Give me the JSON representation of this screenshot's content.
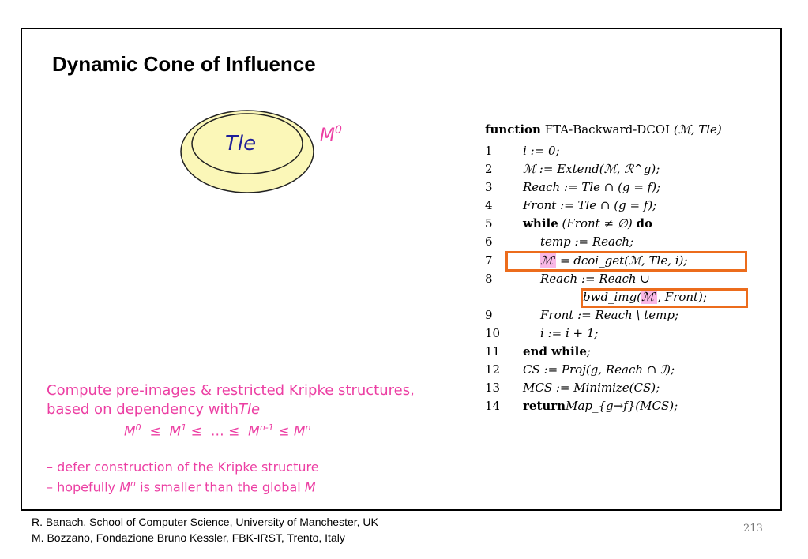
{
  "title": "Dynamic Cone of Influence",
  "diagram": {
    "inner_label": "Tle",
    "outer_label_base": "M",
    "outer_label_sup": "0",
    "outer_fill": "#fbf7b8",
    "label_color": "#1e1e9a",
    "accent_color": "#ec3fa3"
  },
  "description": {
    "line1": "Compute pre-images & restricted Kripke structures,",
    "line2_prefix": "based on  dependency with",
    "line2_var": "Tle",
    "chain": {
      "m": "M",
      "s0": "0",
      "le": "≤",
      "s1": "1",
      "dots": "…",
      "sn1": "n-1",
      "sn": "n"
    },
    "note1": "– defer construction of the Kripke structure",
    "note2_prefix": "– hopefully ",
    "note2_var": "M",
    "note2_sup": "n",
    "note2_mid": " is smaller than the global ",
    "note2_end": "M"
  },
  "algorithm": {
    "header_kw": "function",
    "header_name": "FTA-Backward-DCOI",
    "header_args": "(ℳ, Tle)",
    "lines": [
      {
        "num": "1",
        "text": "i := 0;"
      },
      {
        "num": "2",
        "text": "ℳ := Extend(ℳ, ℛ^g);"
      },
      {
        "num": "3",
        "text": "Reach := Tle ∩ (g = f);"
      },
      {
        "num": "4",
        "text": "Front := Tle ∩ (g = f);"
      },
      {
        "num": "5",
        "kw": "while",
        "text": "(Front ≠ ∅)",
        "kw2": "do"
      },
      {
        "num": "6",
        "text": "temp := Reach;"
      },
      {
        "num": "7",
        "hl": "ℳ'",
        "text": " = dcoi_get(ℳ, Tle, i);"
      },
      {
        "num": "8",
        "text": "Reach := Reach ∪"
      },
      {
        "num": "",
        "pre": "bwd_img(",
        "hl": "ℳ'",
        "text": ", Front);"
      },
      {
        "num": "9",
        "text": "Front := Reach \\ temp;"
      },
      {
        "num": "10",
        "text": "i := i + 1;"
      },
      {
        "num": "11",
        "kw": "end while",
        "text": ";"
      },
      {
        "num": "12",
        "text": "CS := Proj(g, Reach ∩ ℐ);"
      },
      {
        "num": "13",
        "text": "MCS := Minimize(CS);"
      },
      {
        "num": "14",
        "kw": "return",
        "text": "Map_{g→f}(MCS);"
      }
    ],
    "box_color": "#ec6c1c",
    "highlight_color": "#f9b8e6"
  },
  "footer": {
    "line1": "R. Banach, School of  Computer Science, University of Manchester, UK",
    "line2": "M. Bozzano, Fondazione Bruno Kessler, FBK-IRST, Trento, Italy"
  },
  "page_number": "213"
}
